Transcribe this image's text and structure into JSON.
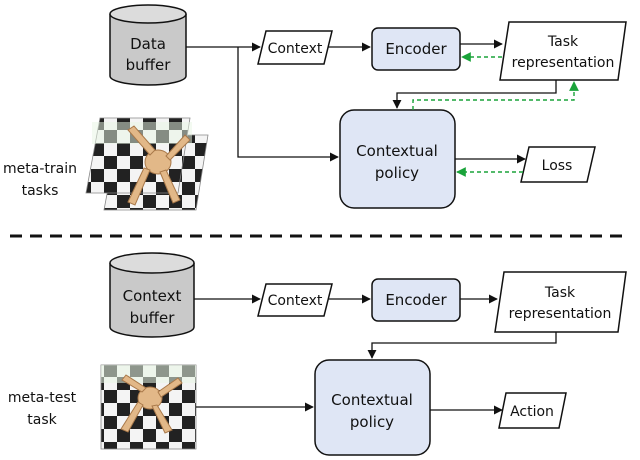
{
  "colors": {
    "box_fill": "#dfe6f5",
    "cylinder_fill": "#c9c9c9",
    "data_flow": "#111111",
    "gradient_flow": "#1aa33a",
    "separator": "#111111"
  },
  "train": {
    "buffer": [
      "Data",
      "buffer"
    ],
    "context": "Context",
    "encoder": "Encoder",
    "task_rep": [
      "Task",
      "representation"
    ],
    "policy": [
      "Contextual",
      "policy"
    ],
    "loss": "Loss",
    "tasks_label": [
      "meta-train",
      "tasks"
    ]
  },
  "test": {
    "buffer": [
      "Context",
      "buffer"
    ],
    "context": "Context",
    "encoder": "Encoder",
    "task_rep": [
      "Task",
      "representation"
    ],
    "policy": [
      "Contextual",
      "policy"
    ],
    "action": "Action",
    "task_label": [
      "meta-test",
      "task"
    ]
  },
  "icons": {
    "buffer": "database-cylinder-icon",
    "ant": "ant-robot-icon"
  }
}
